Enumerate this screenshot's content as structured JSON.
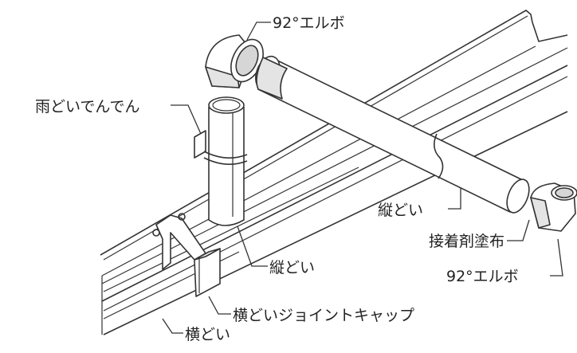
{
  "labels": {
    "elbow_top": "92°エルボ",
    "downspout_bracket": "雨どいでんでん",
    "downspout_right": "縦どい",
    "adhesive": "接着剤塗布",
    "elbow_right": "92°エルボ",
    "downspout_center": "縦どい",
    "gutter_joint_cap": "横どいジョイントキャップ",
    "gutter": "横どい"
  },
  "colors": {
    "line": "#333333",
    "pipe_fill": "#ffffff",
    "pipe_shade": "#e4e4e4",
    "pipe_inner": "#d6d6d6",
    "background": "#ffffff"
  }
}
